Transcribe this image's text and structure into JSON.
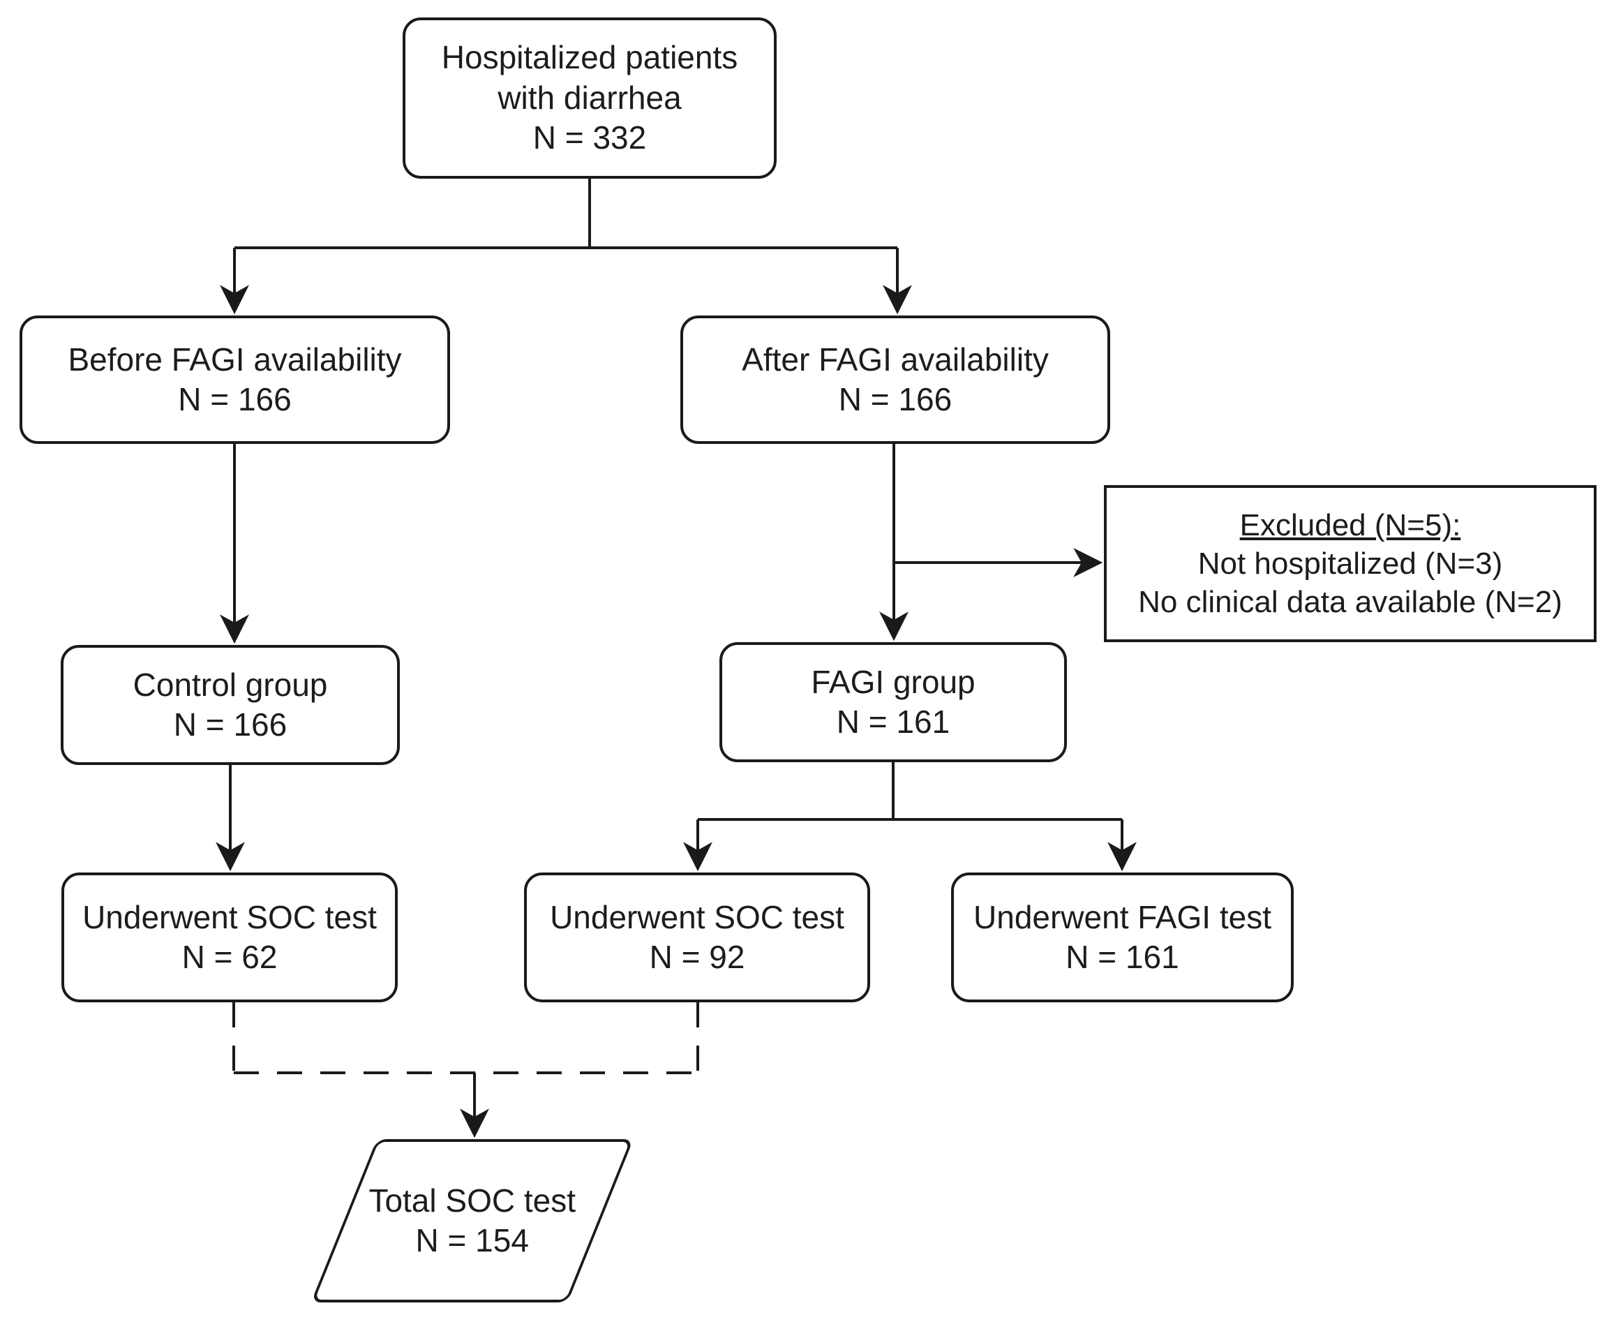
{
  "diagram": {
    "type": "patient-flow-chart",
    "colors": {
      "line": "#1a1a1a",
      "box_fill": "#ffffff",
      "canvas": "#ffffff"
    },
    "nodes": {
      "root": {
        "lines": [
          "Hospitalized patients",
          "with diarrhea",
          "N = 332"
        ]
      },
      "before": {
        "lines": [
          "Before FAGI availability",
          "N = 166"
        ]
      },
      "after": {
        "lines": [
          "After FAGI availability",
          "N = 166"
        ]
      },
      "excluded": {
        "title": "Excluded (N=5):",
        "items": [
          "Not hospitalized (N=3)",
          "No clinical data available (N=2)"
        ]
      },
      "control": {
        "lines": [
          "Control group",
          "N = 166"
        ]
      },
      "fagi_group": {
        "lines": [
          "FAGI group",
          "N = 161"
        ]
      },
      "soc_control": {
        "lines": [
          "Underwent SOC test",
          "N = 62"
        ]
      },
      "soc_fagi": {
        "lines": [
          "Underwent SOC test",
          "N = 92"
        ]
      },
      "fagi_test": {
        "lines": [
          "Underwent FAGI test",
          "N = 161"
        ]
      },
      "total": {
        "lines": [
          "Total SOC test",
          "N = 154"
        ]
      }
    }
  }
}
